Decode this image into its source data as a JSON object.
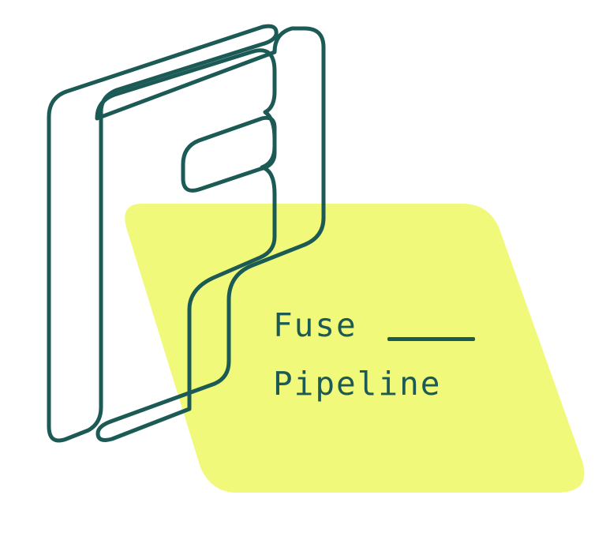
{
  "logo": {
    "word_1": "Fuse",
    "word_2": "Pipeline"
  },
  "colors": {
    "ink": "#1c5a55",
    "accent": "#f1f97a",
    "background": "#ffffff"
  },
  "icons": {
    "mark": "stacked-f-pages-icon",
    "backdrop": "slanted-yellow-card"
  }
}
